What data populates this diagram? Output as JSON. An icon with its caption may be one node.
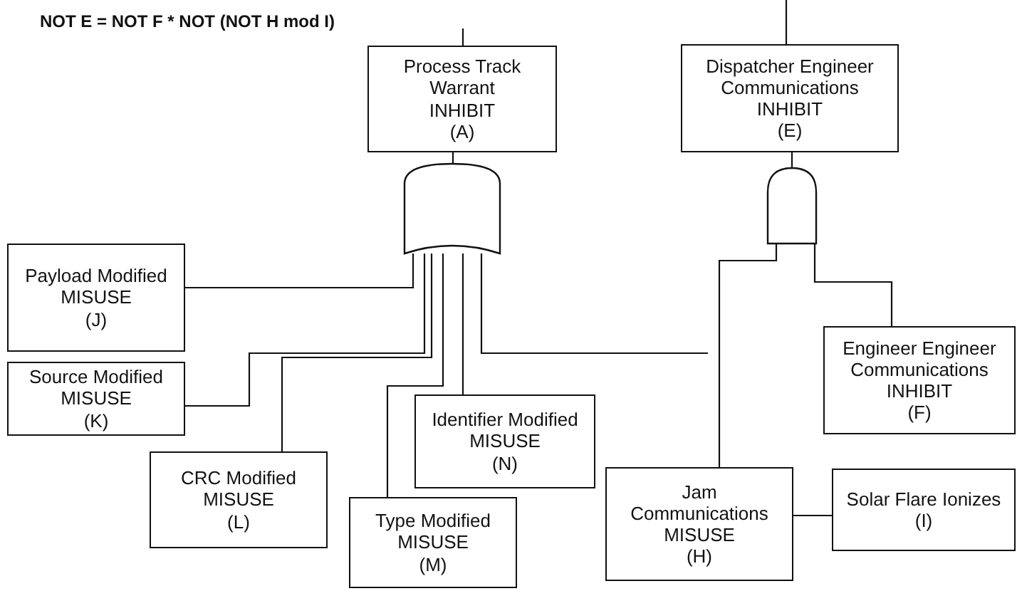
{
  "diagram": {
    "nodes": [
      {
        "text": [
          "Process Track Warrant",
          "INHIBIT",
          "(A)"
        ]
      },
      {
        "text": [
          "Dispatcher Engineer Communications",
          "INHIBIT",
          "(E)"
        ]
      },
      {
        "text": [],
        "shape": "gate"
      },
      {
        "text": [],
        "shape": "gate"
      },
      {
        "text": [
          "Payload Modified",
          "MISUSE",
          "(J)"
        ]
      },
      {
        "text": [
          "Source Modified",
          "MISUSE",
          "(K)"
        ]
      },
      {
        "text": [
          "Engineer Engineer Communications",
          "INHIBIT",
          "(F)"
        ]
      },
      {
        "text": [
          "Identifier Modified",
          "MISUSE",
          "(N)"
        ]
      },
      {
        "text": [
          "CRC Modified",
          "MISUSE",
          "(L)"
        ]
      },
      {
        "text": [
          "Jam Communications",
          "MISUSE",
          "(H)"
        ]
      },
      {
        "text": [
          "Solar Flare Ionizes",
          "(I)"
        ]
      },
      {
        "text": [
          "Type Modified",
          "MISUSE",
          "(M)"
        ]
      }
    ],
    "edges": [
      {
        "from": 0,
        "to": null,
        "arrow": "none"
      },
      {
        "from": 1,
        "to": null,
        "arrow": "none"
      },
      {
        "from": 2,
        "to": 0,
        "arrow": "none"
      },
      {
        "from": 3,
        "to": 1,
        "arrow": "none"
      },
      {
        "from": 4,
        "to": 2,
        "arrow": "none"
      },
      {
        "from": 5,
        "to": 2,
        "arrow": "none"
      },
      {
        "from": 8,
        "to": 2,
        "arrow": "none"
      },
      {
        "from": 11,
        "to": 2,
        "arrow": "none"
      },
      {
        "from": 7,
        "to": 2,
        "arrow": "none"
      },
      {
        "from": null,
        "to": 2,
        "arrow": "none"
      },
      {
        "from": 9,
        "to": 3,
        "arrow": "none"
      },
      {
        "from": 6,
        "to": 3,
        "arrow": "none"
      },
      {
        "from": 10,
        "to": 9,
        "arrow": "none"
      }
    ],
    "labels": [
      "NOT E = NOT F * NOT (NOT H mod I)"
    ]
  }
}
